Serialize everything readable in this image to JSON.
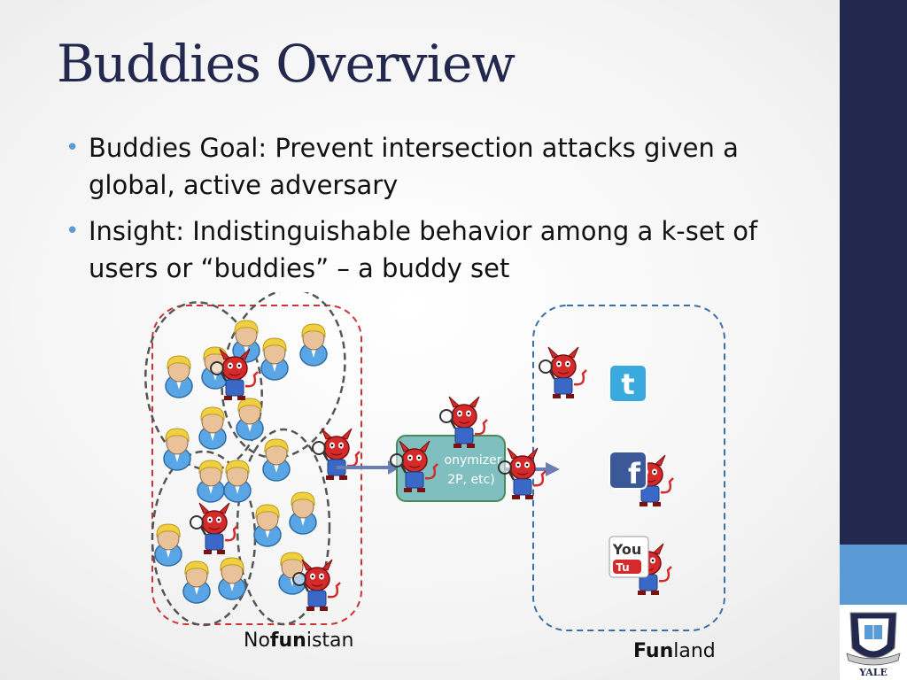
{
  "slide": {
    "title": "Buddies Overview",
    "bullets": [
      "Buddies Goal: Prevent intersection attacks given a global, active adversary",
      "Insight: Indistinguishable behavior among a k-set of users or “buddies” – a buddy set"
    ]
  },
  "diagram": {
    "left_region": {
      "prefix": "No",
      "bold": "fun",
      "suffix": "istan"
    },
    "right_region": {
      "bold": "Fun",
      "suffix": "land"
    },
    "anonymizer": {
      "line1": "onymizer",
      "line2": "2P, etc)"
    },
    "services": {
      "twitter": "t",
      "facebook": "f",
      "youtube_top": "You",
      "youtube_bottom": "Tu"
    }
  },
  "colors": {
    "title": "#23284f",
    "bullet": "#5b9bd5",
    "sidebar_dark": "#23284f",
    "sidebar_light": "#5b9bd5",
    "nofunistan_border": "#cc3333",
    "funland_border": "#3a6fa5"
  },
  "logo": {
    "text": "YALE"
  }
}
